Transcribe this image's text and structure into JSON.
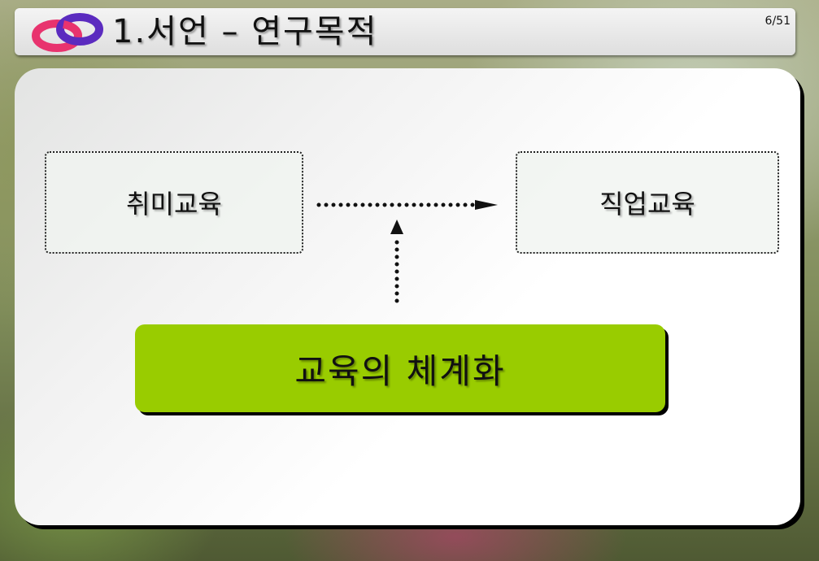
{
  "header": {
    "title": "1.서언 – 연구목적",
    "page_number": "6/51"
  },
  "diagram": {
    "left_box": "취미교육",
    "right_box": "직업교육",
    "bottom_box": "교육의 체계화"
  },
  "colors": {
    "bottom_box": "#99cc00",
    "logo_pink": "#e8336e",
    "logo_purple": "#5b2bbf"
  }
}
